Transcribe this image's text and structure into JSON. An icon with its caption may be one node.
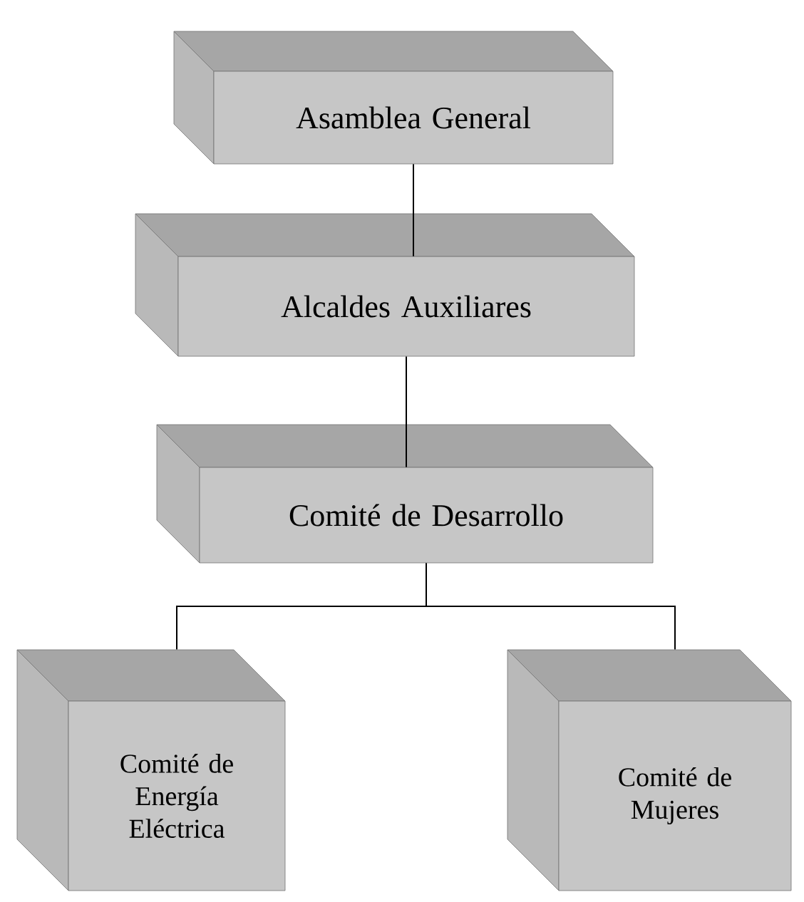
{
  "diagram": {
    "nodes": [
      {
        "text": [
          "Asamblea General"
        ]
      },
      {
        "text": [
          "Alcaldes Auxiliares"
        ]
      },
      {
        "text": [
          "Comité de Desarrollo"
        ]
      },
      {
        "text": [
          "Comité de Energía Eléctrica"
        ]
      },
      {
        "text": [
          "Comité de Mujeres"
        ]
      }
    ],
    "edges": [
      {
        "from": 0,
        "to": 1,
        "arrow": "none"
      },
      {
        "from": 1,
        "to": 2,
        "arrow": "none"
      },
      {
        "from": 2,
        "to": 3,
        "arrow": "none"
      },
      {
        "from": 2,
        "to": 4,
        "arrow": "none"
      }
    ]
  }
}
